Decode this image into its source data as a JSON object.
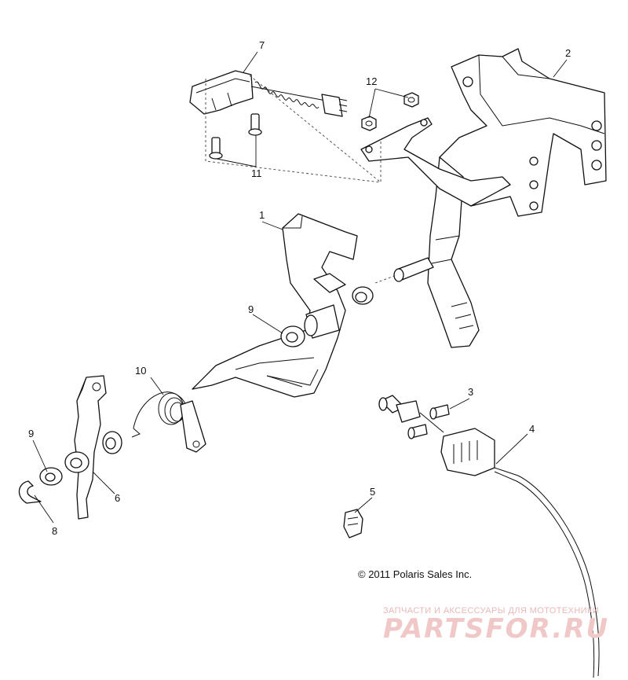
{
  "callouts": {
    "c1": "1",
    "c2": "2",
    "c3": "3",
    "c4": "4",
    "c5": "5",
    "c6": "6",
    "c7": "7",
    "c8": "8",
    "c9a": "9",
    "c9b": "9",
    "c10": "10",
    "c11": "11",
    "c12": "12"
  },
  "copyright": "© 2011 Polaris Sales Inc.",
  "watermark": {
    "tagline": "ЗАПЧАСТИ И АКСЕССУАРЫ ДЛЯ МОТОТЕХНИКИ",
    "logo": "PARTSFOR.RU"
  }
}
